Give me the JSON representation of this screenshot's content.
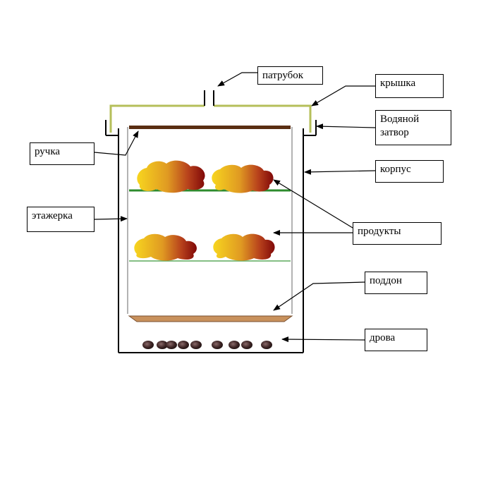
{
  "labels": {
    "patrubok": "патрубок",
    "kryshka": "крышка",
    "vodyanoy_zatvor_line1": "Водяной",
    "vodyanoy_zatvor_line2": "затвор",
    "ruchka": "ручка",
    "korpus": "корпус",
    "etazherka": "этажерка",
    "produkty": "продукты",
    "poddon": "поддон",
    "drova": "дрова"
  },
  "colors": {
    "outline": "#000000",
    "lid": "#b5bf5a",
    "handle": "#5a2e12",
    "shelf_top": "#2e8b2e",
    "shelf_bottom": "#5daa5d",
    "tray": "#c8915c",
    "wall_inner": "#9a9a9a",
    "food_light": "#f5d020",
    "food_dark": "#8c0a0a"
  }
}
